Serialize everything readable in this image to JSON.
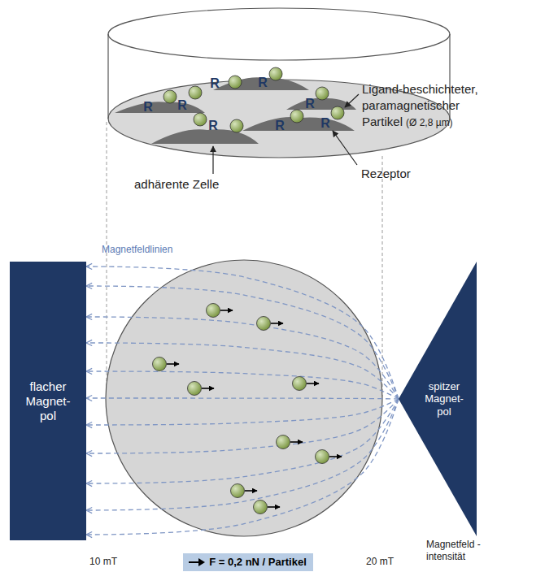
{
  "diagram": {
    "nodes": [
      {
        "text": [
          "flacher Magnet- pol"
        ]
      },
      {
        "text": [
          "spitzer Magnet- pol"
        ]
      },
      {
        "text": [
          "F = 0,2 nN / Partikel"
        ]
      }
    ],
    "edges": [
      {
        "from": 1,
        "to": 0,
        "arrow": "to"
      },
      {
        "from": 1,
        "to": 0,
        "arrow": "to"
      },
      {
        "from": 1,
        "to": 0,
        "arrow": "to"
      },
      {
        "from": 1,
        "to": 0,
        "arrow": "to"
      },
      {
        "from": 1,
        "to": 0,
        "arrow": "to"
      },
      {
        "from": 1,
        "to": 0,
        "arrow": "to"
      },
      {
        "from": 1,
        "to": 0,
        "arrow": "to"
      },
      {
        "from": 1,
        "to": 0,
        "arrow": "to"
      },
      {
        "from": 1,
        "to": 0,
        "arrow": "to"
      },
      {
        "from": 1,
        "to": 0,
        "arrow": "to"
      },
      {
        "from": 1,
        "to": 0,
        "arrow": "to"
      }
    ],
    "labels": [
      "Ligand-beschichteter, paramagnetischer Partikel",
      "(Ø 2,8 µm)",
      "Rezeptor",
      "adhärente Zelle",
      "R",
      "R",
      "R",
      "R",
      "R",
      "R",
      "R",
      "R",
      "Magnetfeldlinien",
      "10 mT",
      "20 mT",
      "Magnetfeld - intensität"
    ]
  }
}
